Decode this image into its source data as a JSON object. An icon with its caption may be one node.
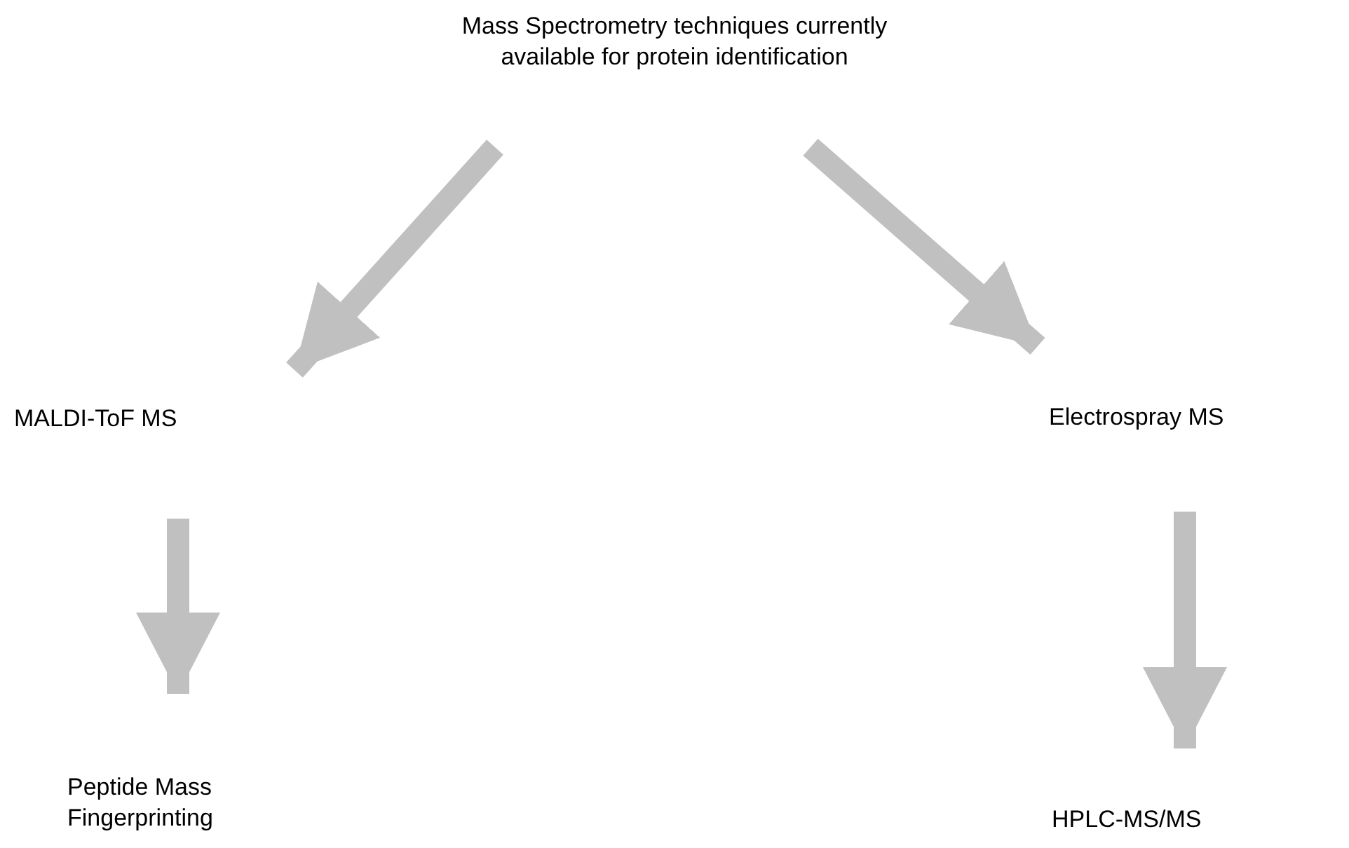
{
  "diagram": {
    "nodes": [
      {
        "text": [
          "Mass Spectrometry techniques currently available for protein identification"
        ]
      },
      {
        "text": [
          "MALDI-ToF MS"
        ]
      },
      {
        "text": [
          "Electrospray MS"
        ]
      },
      {
        "text": [
          "Peptide Mass Fingerprinting"
        ]
      },
      {
        "text": [
          "HPLC-MS/MS"
        ]
      }
    ],
    "edges": [
      {
        "from": 0,
        "to": 1,
        "arrow": "to"
      },
      {
        "from": 0,
        "to": 2,
        "arrow": "to"
      },
      {
        "from": 1,
        "to": 3,
        "arrow": "to"
      },
      {
        "from": 2,
        "to": 4,
        "arrow": "to"
      }
    ]
  }
}
